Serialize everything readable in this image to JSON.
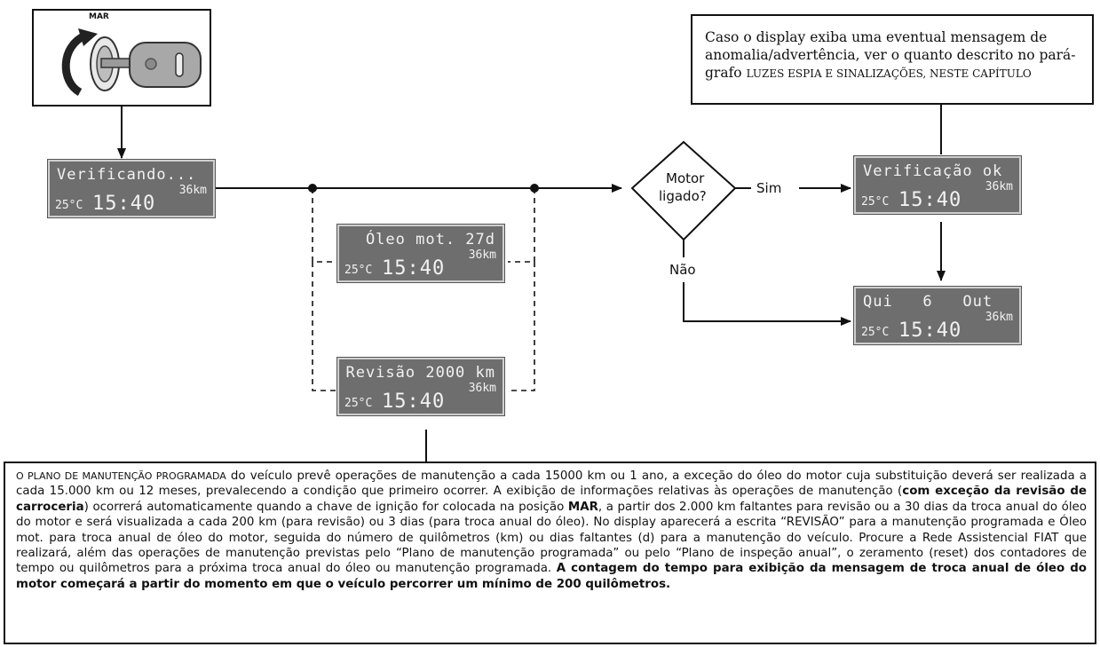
{
  "key_panel": {
    "label": "MAR"
  },
  "note": {
    "text": "Caso o display exiba uma eventual mensagem de anomalia/advertência, ver o quanto descrito no pará-grafo",
    "caps": "LUZES ESPIA E SINALIZAÇÕES, NESTE CAPÍTULO"
  },
  "decision": {
    "question_line1": "Motor",
    "question_line2": "ligado?",
    "yes_label": "Sim",
    "no_label": "Não"
  },
  "displays": {
    "verificando": {
      "message": "Verificando...",
      "km": "36km",
      "temp": "25°C",
      "time": "15:40"
    },
    "oleo": {
      "message": "Óleo mot. 27d",
      "km": "36km",
      "temp": "25°C",
      "time": "15:40"
    },
    "revisao": {
      "message": "Revisão 2000 km",
      "km": "36km",
      "temp": "25°C",
      "time": "15:40"
    },
    "verif_ok": {
      "message": "Verificação ok",
      "km": "36km",
      "temp": "25°C",
      "time": "15:40"
    },
    "data": {
      "message": "Qui   6   Out",
      "km": "36km",
      "temp": "25°C",
      "time": "15:40"
    }
  },
  "info": {
    "p_caps": "O PLANO DE MANUTENÇÃO PROGRAMADA",
    "p1": " do veículo prevê operações de manutenção a cada 15000 km ou 1 ano, a exceção do óleo do motor cuja substituição deverá ser realizada a cada 15.000 km ou 12 meses, prevalecendo a condição que primeiro ocorrer. A exibição de informações relativas às operações de manutenção (",
    "b1": "com exceção da revisão de carroceria",
    "p2": ") ocorrerá automaticamente quando a chave de ignição for colocada na posição ",
    "b2": "MAR",
    "p3": ", a partir dos 2.000 km faltantes para revisão ou a 30 dias da troca anual do óleo do motor e será visualizada a cada 200 km (para revisão) ou 3 dias (para troca anual do óleo). No display aparecerá a escrita “REVISÃO” para a manutenção programada e Óleo mot. para troca anual de óleo do motor, seguida do número de quilômetros (km) ou dias faltantes (d) para a manutenção do veículo. Procure a Rede Assistencial FIAT que realizará, além das operações de manutenção previstas pelo “Plano de manutenção programada” ou pelo “Plano de inspeção anual”, o zeramento (reset) dos contadores de tempo ou quilômetros para a próxima troca anual do óleo ou manutenção programada. ",
    "b3": "A contagem do tempo para exibição da mensagem de troca anual de óleo do motor começará a partir do momento em que o veículo percorrer um mínimo de 200 quilômetros."
  }
}
